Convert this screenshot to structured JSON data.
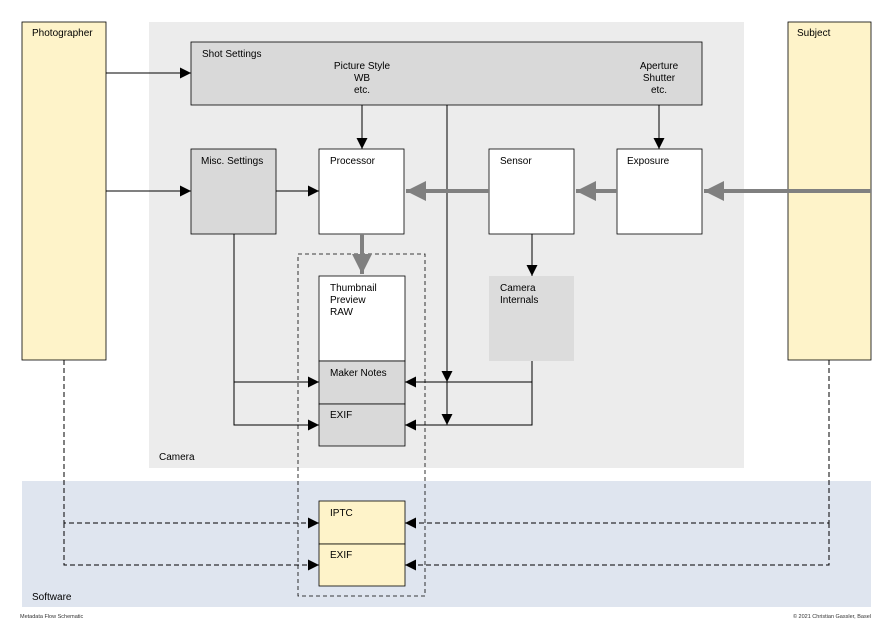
{
  "regions": {
    "camera": "Camera",
    "software": "Software"
  },
  "actors": {
    "photographer": "Photographer",
    "subject": "Subject"
  },
  "boxes": {
    "shot_settings": {
      "title": "Shot Settings",
      "left_items": [
        "Picture Style",
        "WB",
        "etc."
      ],
      "right_items": [
        "Aperture",
        "Shutter",
        "etc."
      ]
    },
    "misc_settings": "Misc. Settings",
    "processor": "Processor",
    "sensor": "Sensor",
    "exposure": "Exposure",
    "camera_internals": [
      "Camera",
      "Internals"
    ],
    "file_image": [
      "Thumbnail",
      "Preview",
      "RAW"
    ],
    "maker_notes": "Maker Notes",
    "exif_camera": "EXIF",
    "iptc": "IPTC",
    "exif_software": "EXIF"
  },
  "footer": {
    "left": "Metadata Flow Schematic",
    "right": "© 2021 Christian Gassler, Basel"
  },
  "colors": {
    "camera_bg": "#ececec",
    "software_bg": "#dfe5ef",
    "actor_fill": "#fef3c9",
    "box_gray": "#d9d9d9",
    "internals_gray": "#dcdcdc",
    "thick_arrow": "#808080",
    "line": "#000000"
  }
}
